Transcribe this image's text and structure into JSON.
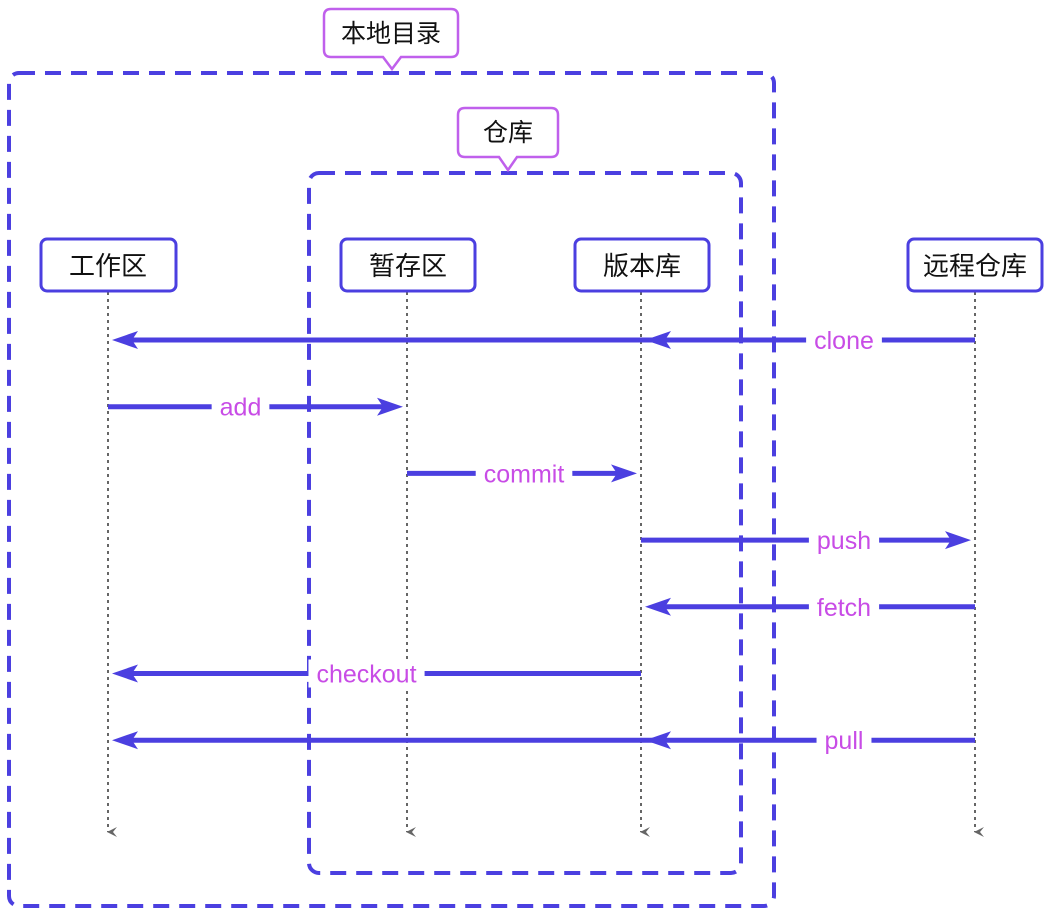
{
  "colors": {
    "boundary": "#4b3fe0",
    "arrow": "#4b3fe0",
    "callout": "#c060ec",
    "op_text": "#c84ce6",
    "lifeline": "#666666",
    "node_border": "#4b3fe0"
  },
  "groups": {
    "local": {
      "label": "本地目录"
    },
    "repo": {
      "label": "仓库"
    }
  },
  "nodes": {
    "workspace": "工作区",
    "staging": "暂存区",
    "local_repo": "版本库",
    "remote": "远程仓库"
  },
  "operations": [
    {
      "label": "clone",
      "from": "remote",
      "to": "workspace",
      "via": "local_repo"
    },
    {
      "label": "add",
      "from": "workspace",
      "to": "staging"
    },
    {
      "label": "commit",
      "from": "staging",
      "to": "local_repo"
    },
    {
      "label": "push",
      "from": "local_repo",
      "to": "remote"
    },
    {
      "label": "fetch",
      "from": "remote",
      "to": "local_repo"
    },
    {
      "label": "checkout",
      "from": "local_repo",
      "to": "workspace"
    },
    {
      "label": "pull",
      "from": "remote",
      "to": "workspace",
      "via": "local_repo"
    }
  ]
}
